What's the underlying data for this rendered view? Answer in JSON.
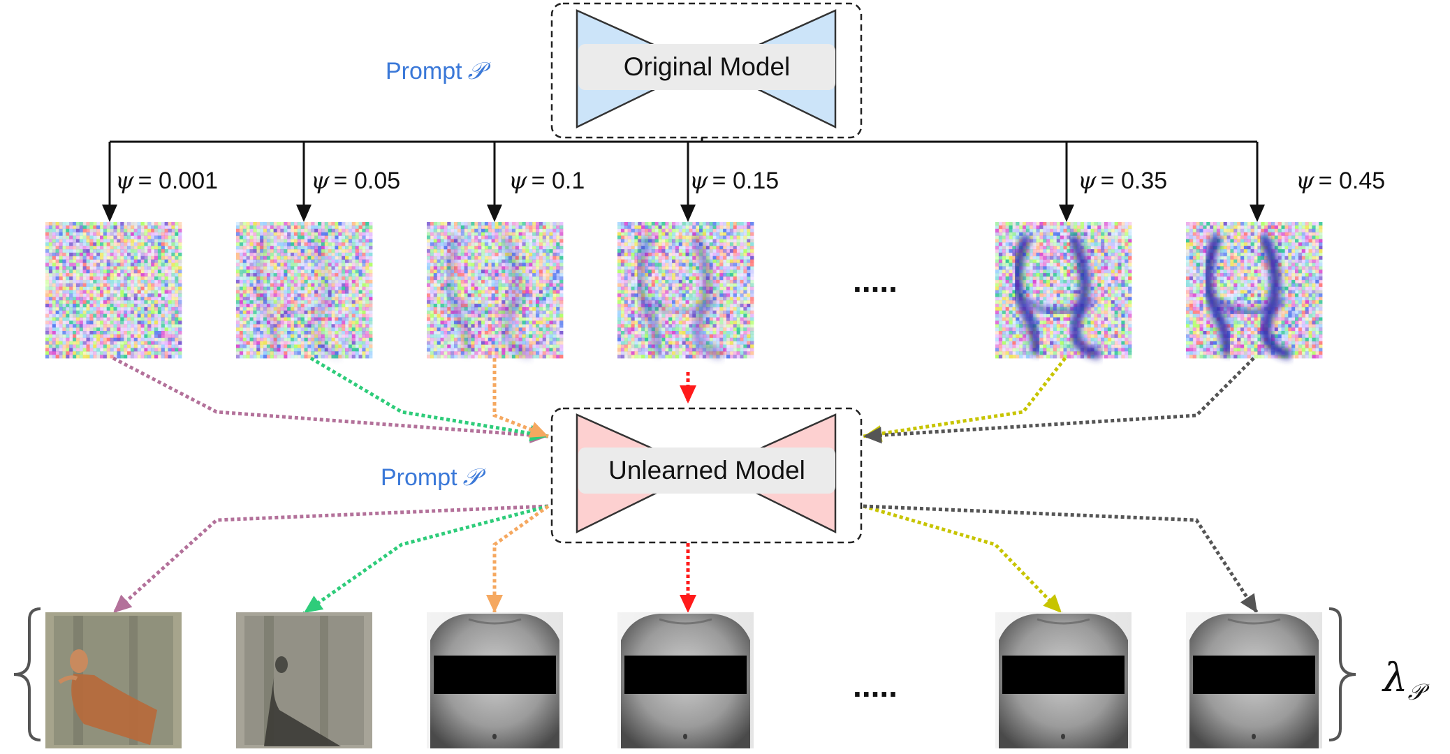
{
  "original_model": {
    "label": "Original Model",
    "fill": "#cce4f9"
  },
  "unlearned_model": {
    "label": "Unlearned Model",
    "fill": "#fdd0d0"
  },
  "prompt_top": {
    "word": "Prompt",
    "symbol": "𝒫"
  },
  "prompt_bottom": {
    "word": "Prompt",
    "symbol": "𝒫"
  },
  "psi_symbol": "ψ",
  "psi_values": [
    {
      "text": "= 0.001",
      "color": "#b3719a",
      "noise_fraction": 1.0
    },
    {
      "text": "= 0.05",
      "color": "#2ecc7a",
      "noise_fraction": 0.93
    },
    {
      "text": "= 0.1",
      "color": "#f5a860",
      "noise_fraction": 0.88
    },
    {
      "text": "= 0.15",
      "color": "#ff1a1a",
      "noise_fraction": 0.82
    },
    {
      "text": "= 0.35",
      "color": "#c7c400",
      "noise_fraction": 0.6
    },
    {
      "text": "= 0.45",
      "color": "#555555",
      "noise_fraction": 0.48
    }
  ],
  "ellipsis_mid": ".....",
  "ellipsis_bottom": ".....",
  "lambda": {
    "symbol": "λ",
    "subscript": "𝒫"
  },
  "output_images": [
    {
      "kind": "painting"
    },
    {
      "kind": "painting"
    },
    {
      "kind": "censored"
    },
    {
      "kind": "censored"
    },
    {
      "kind": "censored"
    },
    {
      "kind": "censored"
    }
  ]
}
